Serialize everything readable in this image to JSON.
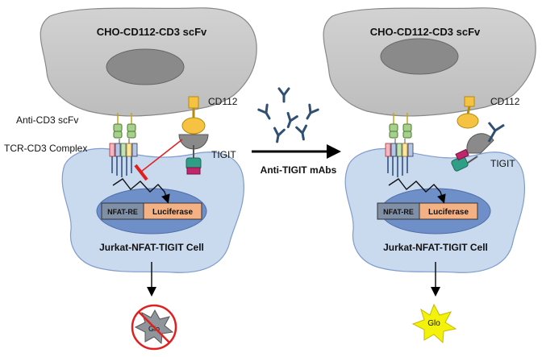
{
  "left_panel": {
    "cho_cell_label": "CHO-CD112-CD3 scFv",
    "anti_cd3_label": "Anti-CD3 scFv",
    "tcr_label": "TCR-CD3 Complex",
    "cd112_label": "CD112",
    "tigit_label": "TIGIT",
    "nfat_label": "NFAT-RE",
    "luciferase_label": "Luciferase",
    "jurkat_label": "Jurkat-NFAT-TIGIT Cell",
    "glo_label": "Glo"
  },
  "middle": {
    "antibody_label": "Anti-TIGIT mAbs"
  },
  "right_panel": {
    "cho_cell_label": "CHO-CD112-CD3 scFv",
    "cd112_label": "CD112",
    "tigit_label": "TIGIT",
    "nfat_label": "NFAT-RE",
    "luciferase_label": "Luciferase",
    "jurkat_label": "Jurkat-NFAT-TIGIT Cell",
    "glo_label": "Glo"
  },
  "colors": {
    "cho_cell": "#c8c8c8",
    "cho_nucleus": "#8a8a8a",
    "jurkat_cell": "#c9d9ee",
    "jurkat_nucleus": "#6f8fc9",
    "nfat_box": "#7f8fa6",
    "luciferase_box": "#f4b183",
    "cd112": "#f5c242",
    "tigit": "#8a8a8a",
    "tigit_domain": "#2e9e86",
    "tigit_tail": "#c0266b",
    "antibody": "#2f4f73",
    "inhibition": "#e02020",
    "glo_star": "#f2f20a",
    "glo_dim": "#8f959a"
  }
}
